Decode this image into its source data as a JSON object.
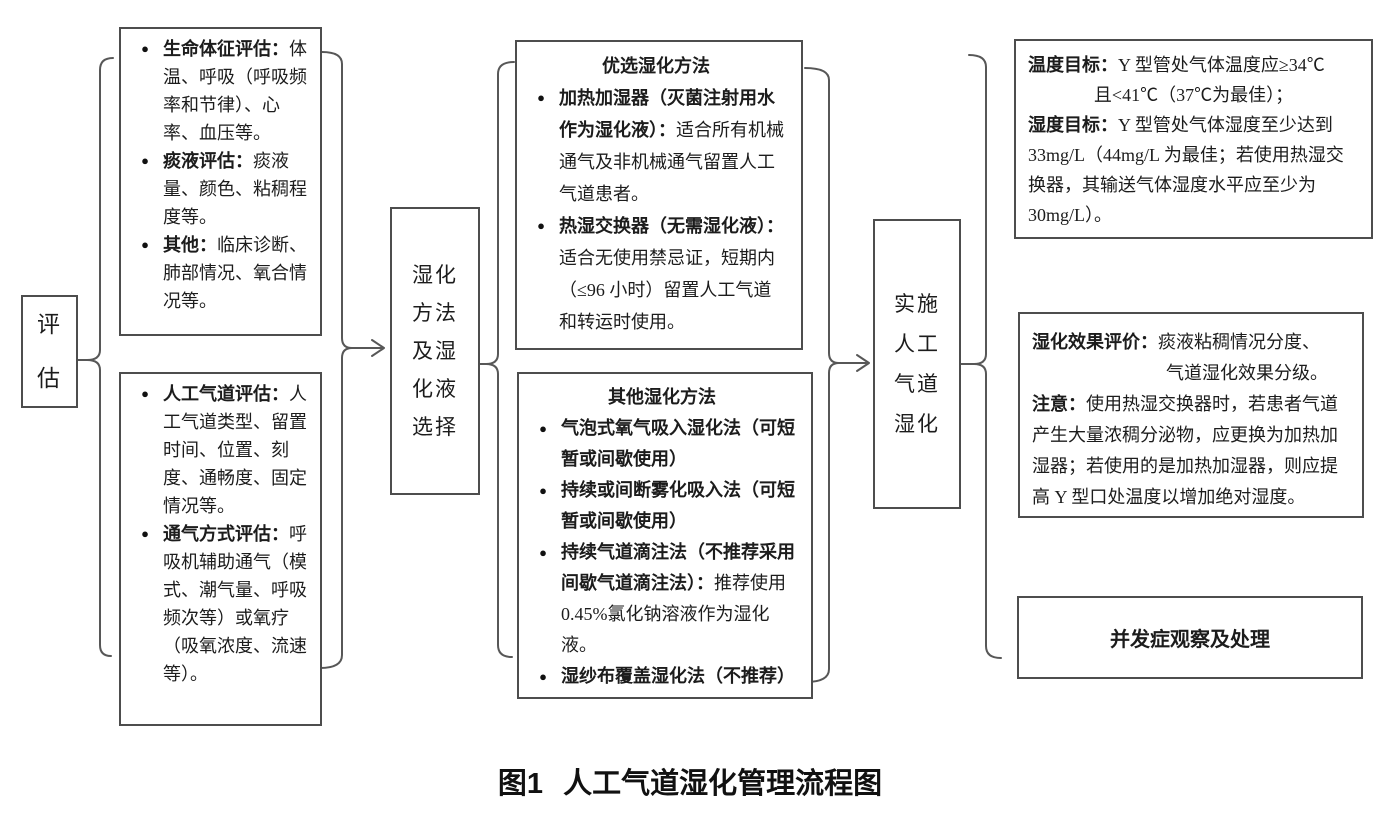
{
  "caption": {
    "prefix": "图1",
    "title": "人工气道湿化管理流程图"
  },
  "icons": {
    "bullet": "●"
  },
  "colors": {
    "line": "#575757",
    "border": "#4d4d4d",
    "text": "#1c1c1c",
    "background": "#ffffff"
  },
  "nodes": {
    "assess": {
      "lines": [
        "评",
        "估"
      ]
    },
    "vital": {
      "bullets": [
        {
          "label": "生命体征评估：",
          "text": "体温、呼吸（呼吸频率和节律）、心率、血压等。"
        },
        {
          "label": "痰液评估：",
          "text": "痰液量、颜色、粘稠程度等。"
        },
        {
          "label": "其他：",
          "text": "临床诊断、肺部情况、氧合情况等。"
        }
      ]
    },
    "airway": {
      "bullets": [
        {
          "label": "人工气道评估：",
          "text": "人工气道类型、留置时间、位置、刻度、通畅度、固定情况等。"
        },
        {
          "label": "通气方式评估：",
          "text": "呼吸机辅助通气（模式、潮气量、呼吸频次等）或氧疗（吸氧浓度、流速等）。"
        }
      ]
    },
    "method_select": {
      "lines": [
        "湿化",
        "方法",
        "及湿",
        "化液",
        "选择"
      ]
    },
    "preferred": {
      "title": "优选湿化方法",
      "bullets": [
        {
          "label": "加热加湿器（灭菌注射用水作为湿化液）：",
          "text": "适合所有机械通气及非机械通气留置人工气道患者。"
        },
        {
          "label": "热湿交换器（无需湿化液）：",
          "text": "适合无使用禁忌证，短期内（≤96 小时）留置人工气道和转运时使用。"
        }
      ]
    },
    "other": {
      "title": "其他湿化方法",
      "bullets": [
        {
          "label": "气泡式氧气吸入湿化法（可短暂或间歇使用）",
          "text": ""
        },
        {
          "label": "持续或间断雾化吸入法（可短暂或间歇使用）",
          "text": ""
        },
        {
          "label": "持续气道滴注法（不推荐采用间歇气道滴注法）：",
          "text": "推荐使用 0.45%氯化钠溶液作为湿化液。"
        },
        {
          "label": "湿纱布覆盖湿化法（不推荐）",
          "text": ""
        }
      ]
    },
    "implement": {
      "lines": [
        "实施",
        "人工",
        "气道",
        "湿化"
      ]
    },
    "target": {
      "temp_label": "温度目标：",
      "temp_line1": "Y 型管处气体温度应≥34℃",
      "temp_line2": "且<41℃（37℃为最佳）；",
      "hum_label": "湿度目标：",
      "hum_text": "Y 型管处气体湿度至少达到33mg/L（44mg/L 为最佳；若使用热湿交换器，其输送气体湿度水平应至少为30mg/L）。"
    },
    "evaluate": {
      "eval_label": "湿化效果评价：",
      "eval_line1": "痰液粘稠情况分度、",
      "eval_line2": "气道湿化效果分级。",
      "note_label": "注意：",
      "note_text": "使用热湿交换器时，若患者气道产生大量浓稠分泌物，应更换为加热加湿器；若使用的是加热加湿器，则应提高 Y 型口处温度以增加绝对湿度。"
    },
    "complication": {
      "title": "并发症观察及处理"
    }
  }
}
